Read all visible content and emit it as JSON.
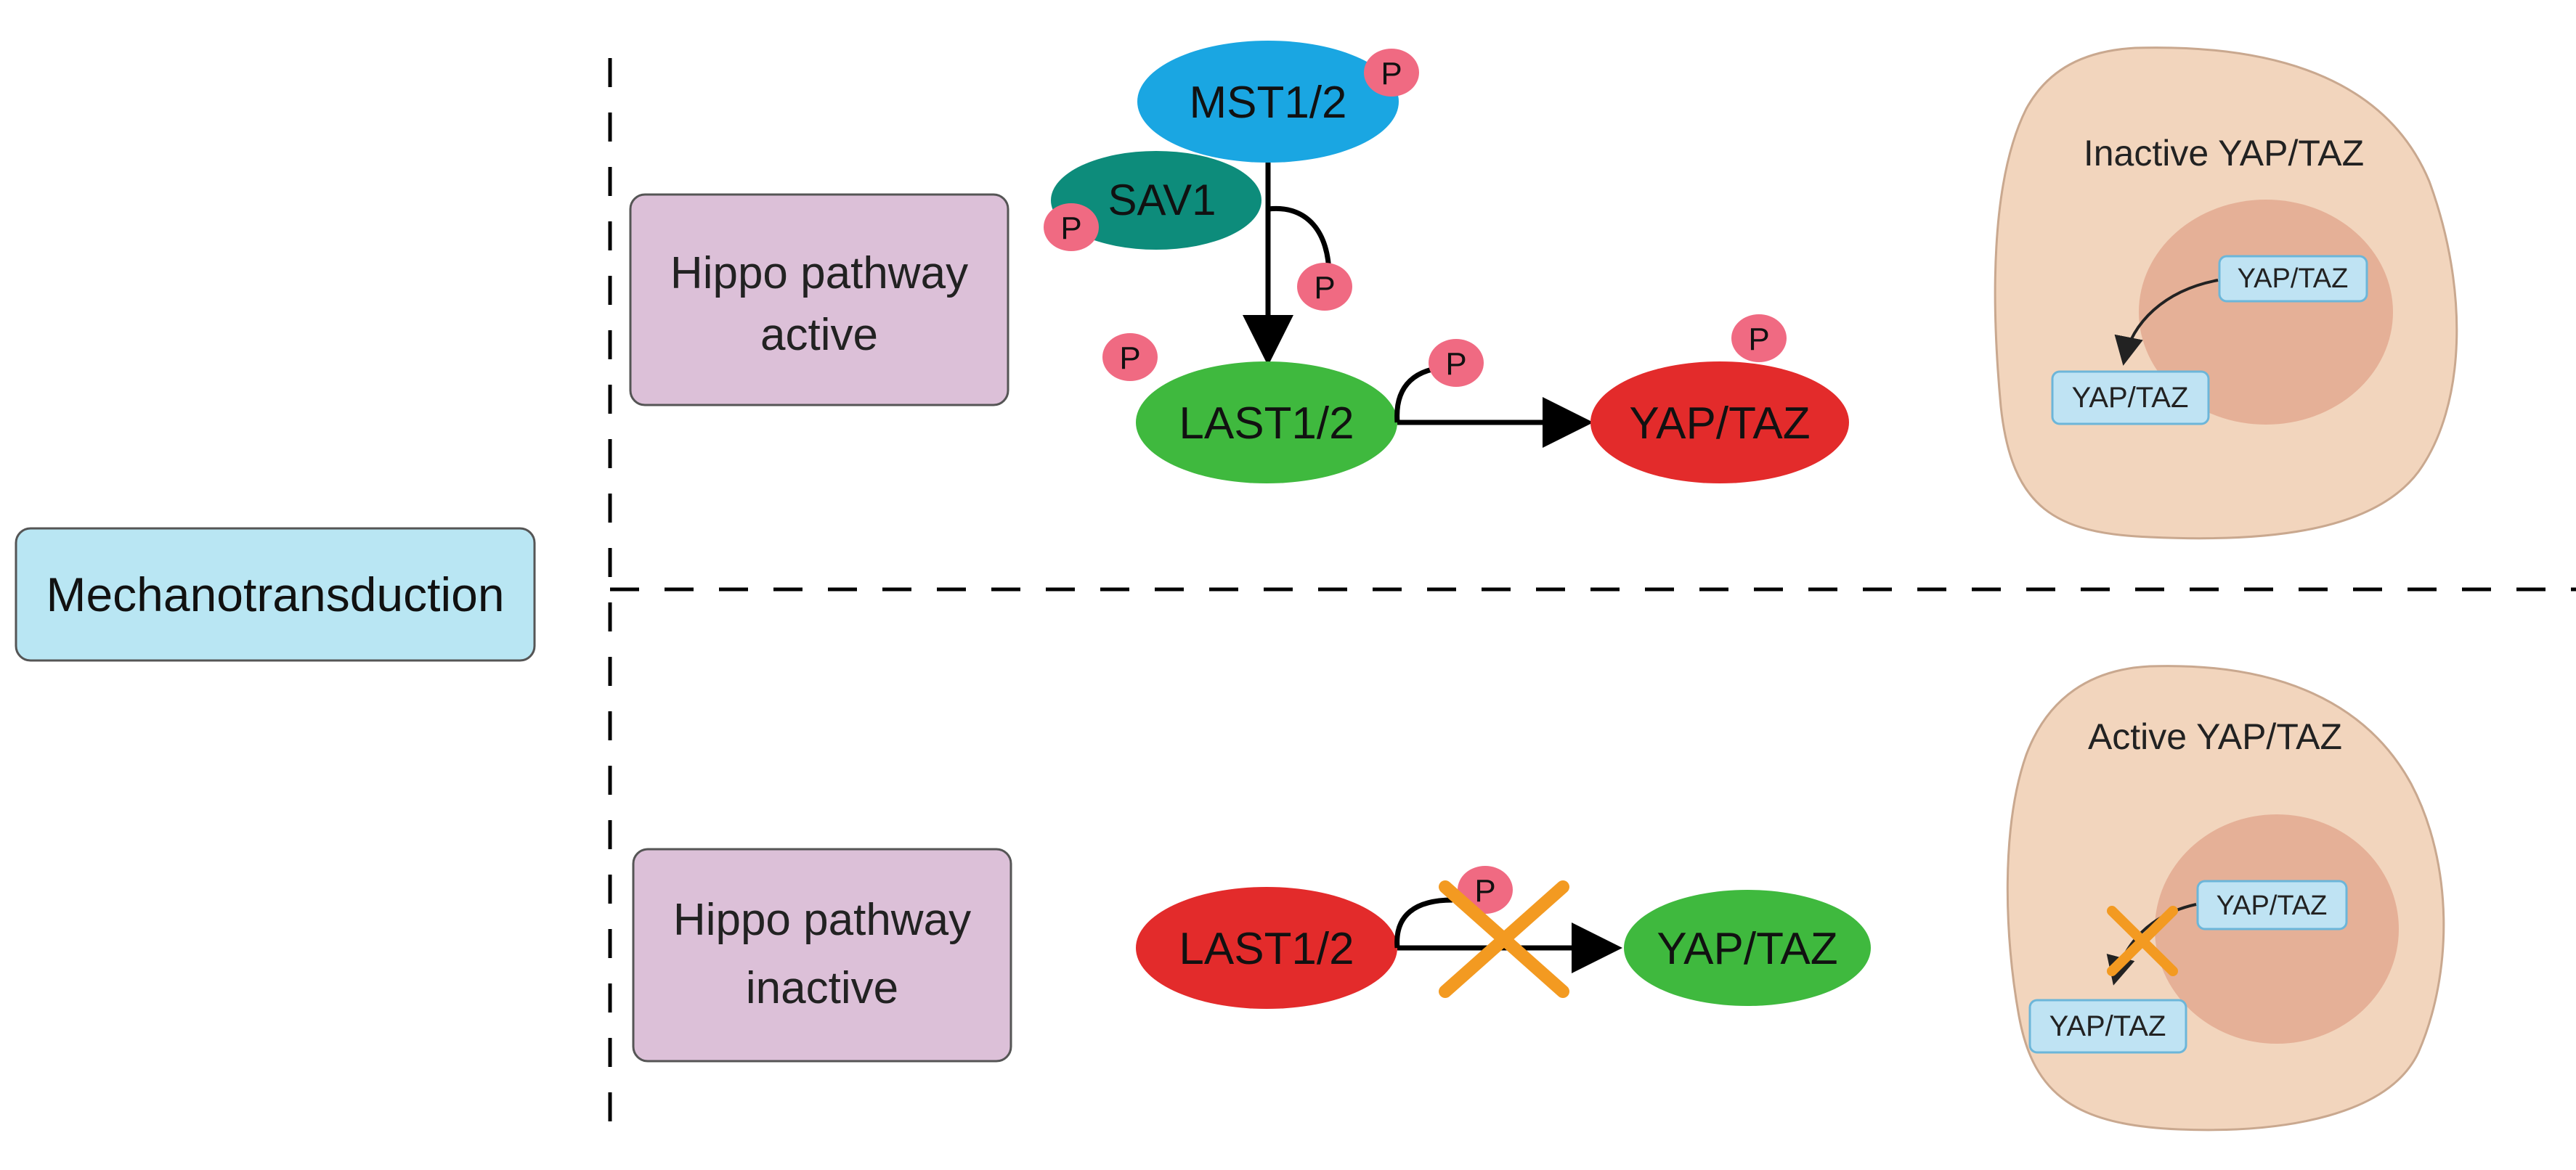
{
  "root_label": "Mechanotransduction",
  "top": {
    "state_label_line1": "Hippo pathway",
    "state_label_line2": "active",
    "mst": "MST1/2",
    "sav": "SAV1",
    "lats": "LAST1/2",
    "yap": "YAP/TAZ",
    "cell_title": "Inactive YAP/TAZ",
    "cell_nuclear": "YAP/TAZ",
    "cell_cyto": "YAP/TAZ"
  },
  "bottom": {
    "state_label_line1": "Hippo pathway",
    "state_label_line2": "inactive",
    "lats": "LAST1/2",
    "yap": "YAP/TAZ",
    "cell_title": "Active YAP/TAZ",
    "cell_nuclear": "YAP/TAZ",
    "cell_cyto": "YAP/TAZ"
  },
  "phospho_label": "P",
  "colors": {
    "root_box": "#b9e6f3",
    "state_box": "#dcc0d8",
    "mst": "#1aa6e2",
    "sav": "#0d8c7b",
    "lats_active": "#3fb93e",
    "yap_active": "#e32b2b",
    "lats_inactive": "#e32b2b",
    "yap_inactive": "#3fb93e",
    "phospho": "#f06a82",
    "cell": "#f2d5bd",
    "nucleus": "#e5b097",
    "yap_chip": "#bfe3f3",
    "cross": "#f39a21"
  }
}
